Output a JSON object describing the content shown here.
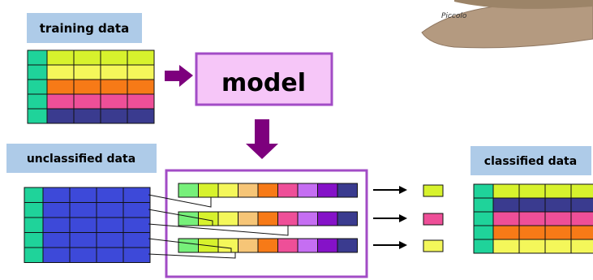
{
  "labels": {
    "training": "training data",
    "model": "model",
    "unclassified": "unclassified data",
    "classified": "classified data",
    "logo": "Piccolo"
  },
  "colors": {
    "label_bg": "#aecbe8",
    "teal": "#1fd39a",
    "green": "#77f07a",
    "yellow_green": "#d7f22d",
    "yellow": "#f4f75a",
    "peach": "#f6c577",
    "orange": "#f77a17",
    "pink": "#ee4f98",
    "lavender": "#c56ef2",
    "purple": "#8512c8",
    "navy": "#3a3b8f",
    "blue": "#3d49d9",
    "frame": "#a24cc6",
    "arrow": "#7d007d",
    "model_bg": "#f6c6f8"
  },
  "training_rows": [
    "teal|yellow_green",
    "teal|yellow",
    "teal|orange",
    "teal|pink",
    "teal|navy"
  ],
  "unclassified_rows": [
    "teal|blue",
    "teal|blue",
    "teal|blue",
    "teal|blue",
    "teal|blue"
  ],
  "classified_rows": [
    "teal|yellow_green",
    "teal|navy",
    "teal|pink",
    "teal|orange",
    "teal|yellow"
  ],
  "vector_cells": [
    "green",
    "yellow_green",
    "yellow",
    "peach",
    "orange",
    "pink",
    "lavender",
    "purple",
    "navy"
  ],
  "predictions": [
    "yellow_green",
    "pink",
    "yellow"
  ]
}
